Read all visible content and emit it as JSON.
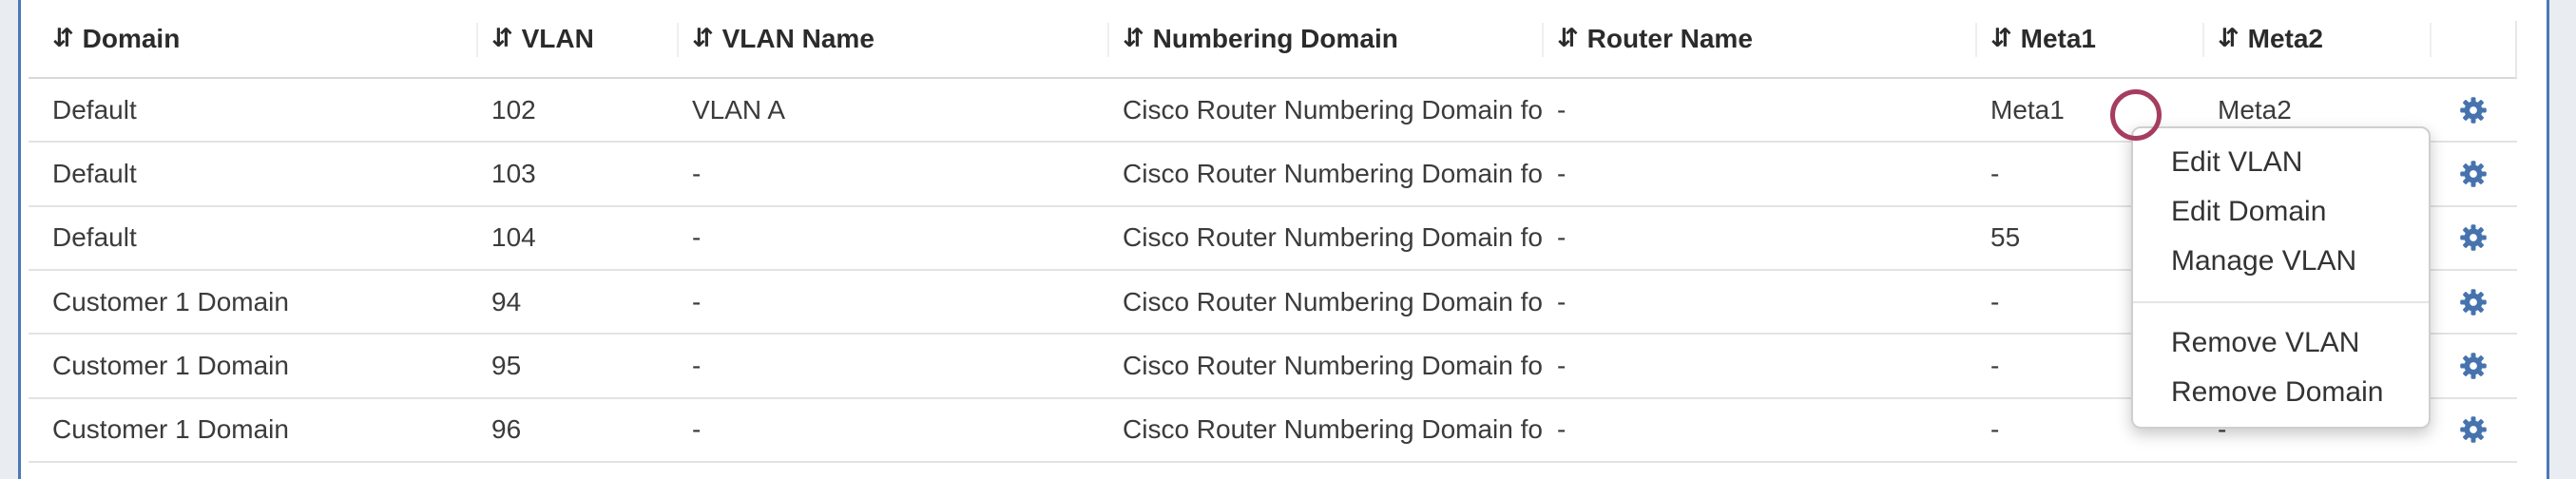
{
  "panel": {
    "page_background": "#e9edf2",
    "border_color": "#4a79b8"
  },
  "table": {
    "sort_icon": "⇵",
    "columns": [
      {
        "key": "domain",
        "label": "Domain",
        "sortable": true
      },
      {
        "key": "vlan",
        "label": "VLAN",
        "sortable": true
      },
      {
        "key": "vlan_name",
        "label": "VLAN Name",
        "sortable": true
      },
      {
        "key": "numbering_domain",
        "label": "Numbering Domain",
        "sortable": true
      },
      {
        "key": "router_name",
        "label": "Router Name",
        "sortable": true
      },
      {
        "key": "meta1",
        "label": "Meta1",
        "sortable": true
      },
      {
        "key": "meta2",
        "label": "Meta2",
        "sortable": true
      },
      {
        "key": "actions",
        "label": "",
        "sortable": false
      }
    ],
    "rows": [
      {
        "domain": "Default",
        "vlan": "102",
        "vlan_name": "VLAN A",
        "numbering_domain": "Cisco Router Numbering Domain for ...",
        "router_name": "-",
        "meta1": "Meta1",
        "meta2": "Meta2"
      },
      {
        "domain": "Default",
        "vlan": "103",
        "vlan_name": "-",
        "numbering_domain": "Cisco Router Numbering Domain for ...",
        "router_name": "-",
        "meta1": "-",
        "meta2": ""
      },
      {
        "domain": "Default",
        "vlan": "104",
        "vlan_name": "-",
        "numbering_domain": "Cisco Router Numbering Domain for ...",
        "router_name": "-",
        "meta1": "55",
        "meta2": ""
      },
      {
        "domain": "Customer 1 Domain",
        "vlan": "94",
        "vlan_name": "-",
        "numbering_domain": "Cisco Router Numbering Domain for ...",
        "router_name": "-",
        "meta1": "-",
        "meta2": ""
      },
      {
        "domain": "Customer 1 Domain",
        "vlan": "95",
        "vlan_name": "-",
        "numbering_domain": "Cisco Router Numbering Domain for ...",
        "router_name": "-",
        "meta1": "-",
        "meta2": ""
      },
      {
        "domain": "Customer 1 Domain",
        "vlan": "96",
        "vlan_name": "-",
        "numbering_domain": "Cisco Router Numbering Domain for ...",
        "router_name": "-",
        "meta1": "-",
        "meta2": "-"
      }
    ]
  },
  "context_menu": {
    "groups": [
      {
        "items": [
          {
            "label": "Edit VLAN"
          },
          {
            "label": "Edit Domain"
          },
          {
            "label": "Manage VLAN"
          }
        ]
      },
      {
        "items": [
          {
            "label": "Remove VLAN"
          },
          {
            "label": "Remove Domain"
          }
        ]
      }
    ]
  },
  "icons": {
    "gear_color": "#4673ae"
  },
  "annotations": {
    "click_indicator_color": "#a63d5e"
  }
}
